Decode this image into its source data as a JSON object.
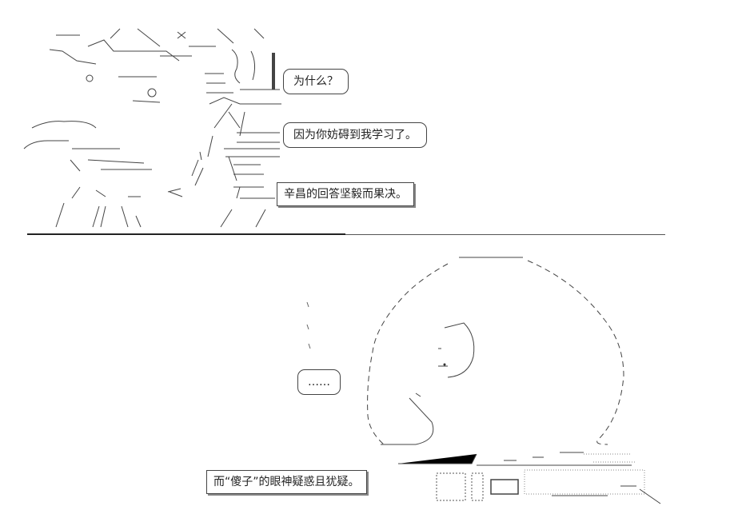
{
  "dialog": {
    "why": "为什么？",
    "because": "因为你妨碍到我学习了。",
    "narration_top": "辛昌的回答坚毅而果决。",
    "ellipsis": "……",
    "narration_bottom": "而“傻子”的眼神疑惑且犹疑。"
  }
}
